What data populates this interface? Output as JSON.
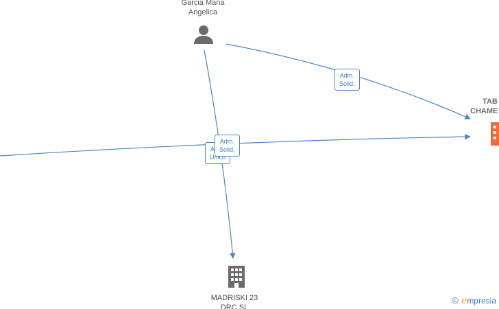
{
  "colors": {
    "edge": "#4a86c8",
    "person_icon": "#6b6b6b",
    "company_icon": "#6b6b6b",
    "highlight_company_icon": "#f06a35",
    "brand_accent": "#f0a830"
  },
  "nodes": {
    "person": {
      "name_line1": "Garcia Maria",
      "name_line2": "Angelica",
      "icon": "person-icon"
    },
    "target": {
      "name_line1": "TAB",
      "name_line2": "CHAME",
      "icon": "building-icon"
    },
    "madriski": {
      "name_line1": "MADRISKI 23",
      "name_line2": "DRC SL",
      "icon": "building-icon"
    }
  },
  "edges": [
    {
      "id": "person-to-target",
      "label_line1": "Adm.",
      "label_line2": "Solid."
    },
    {
      "id": "left-to-target",
      "label_line1": "Adm.",
      "label_line2": "Solid."
    },
    {
      "id": "person-to-madriski",
      "label_line1": "Adm.",
      "label_line2": "Unico"
    }
  ],
  "branding": {
    "copyright_symbol": "©",
    "logo_initial": "e",
    "logo_rest": "mpresia"
  }
}
